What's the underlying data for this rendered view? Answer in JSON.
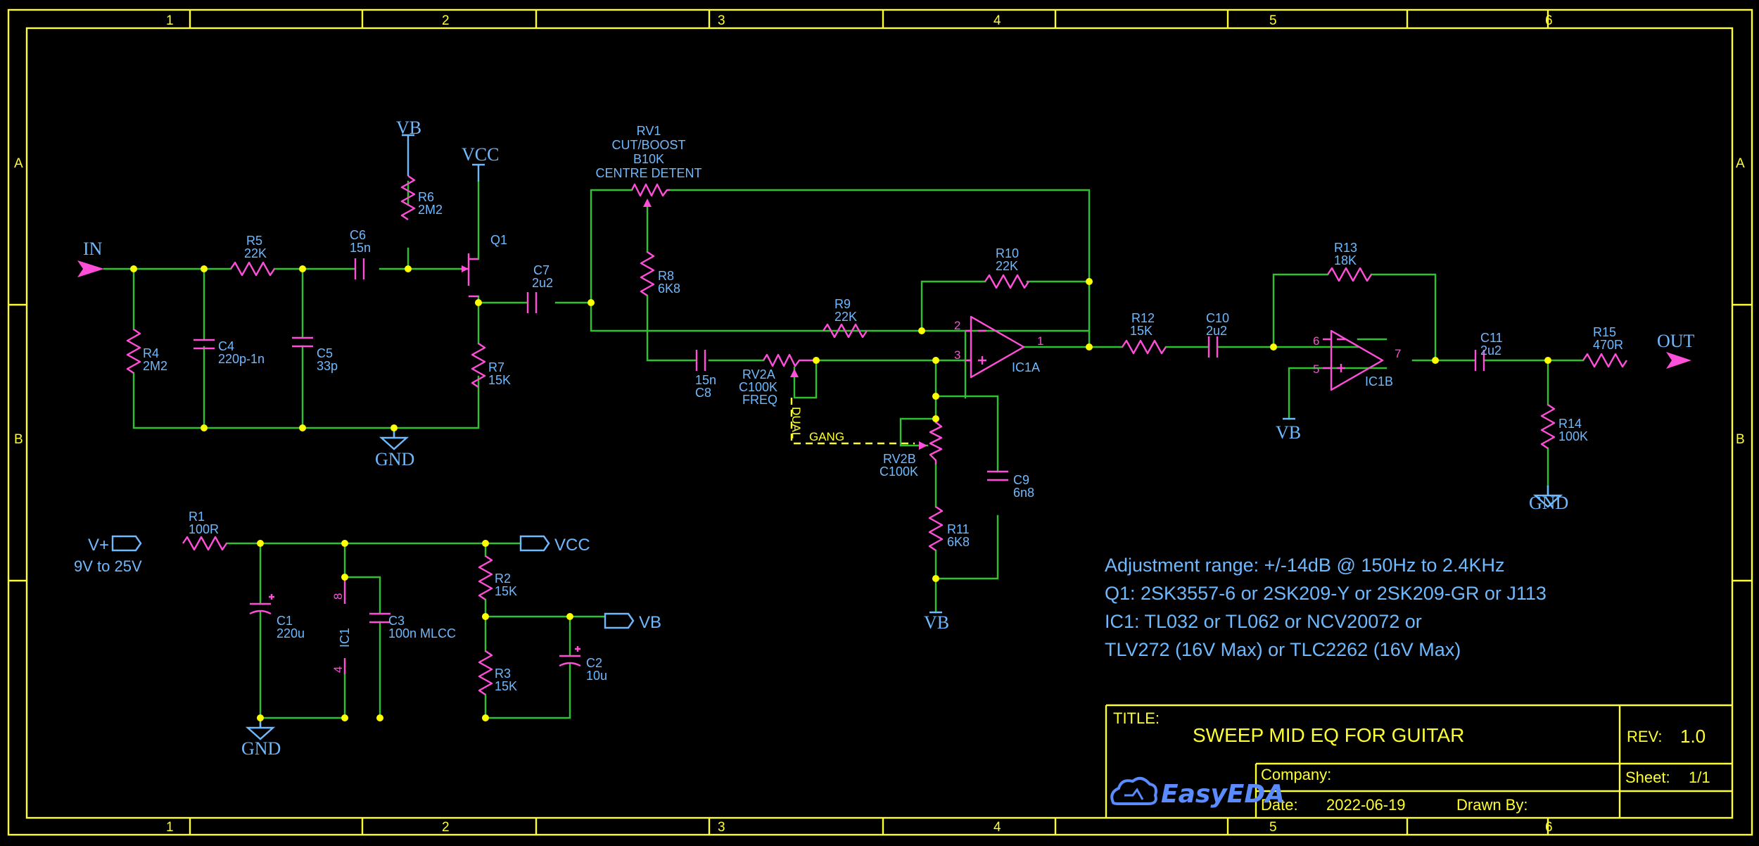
{
  "frame": {
    "col_labels": [
      "1",
      "2",
      "3",
      "4",
      "5",
      "6"
    ],
    "row_labels": [
      "A",
      "B"
    ]
  },
  "nets": {
    "in": "IN",
    "out": "OUT",
    "vcc": "VCC",
    "vb": "VB",
    "gnd": "GND",
    "vplus": "V+",
    "supply_range": "9V to 25V"
  },
  "parts": {
    "r1": {
      "ref": "R1",
      "val": "100R"
    },
    "r2": {
      "ref": "R2",
      "val": "15K"
    },
    "r3": {
      "ref": "R3",
      "val": "15K"
    },
    "r4": {
      "ref": "R4",
      "val": "2M2"
    },
    "r5": {
      "ref": "R5",
      "val": "22K"
    },
    "r6": {
      "ref": "R6",
      "val": "2M2"
    },
    "r7": {
      "ref": "R7",
      "val": "15K"
    },
    "r8": {
      "ref": "R8",
      "val": "6K8"
    },
    "r9": {
      "ref": "R9",
      "val": "22K"
    },
    "r10": {
      "ref": "R10",
      "val": "22K"
    },
    "r11": {
      "ref": "R11",
      "val": "6K8"
    },
    "r12": {
      "ref": "R12",
      "val": "15K"
    },
    "r13": {
      "ref": "R13",
      "val": "18K"
    },
    "r14": {
      "ref": "R14",
      "val": "100K"
    },
    "r15": {
      "ref": "R15",
      "val": "470R"
    },
    "c1": {
      "ref": "C1",
      "val": "220u"
    },
    "c2": {
      "ref": "C2",
      "val": "10u"
    },
    "c3": {
      "ref": "C3",
      "val": "100n MLCC"
    },
    "c4": {
      "ref": "C4",
      "val": "220p-1n"
    },
    "c5": {
      "ref": "C5",
      "val": "33p"
    },
    "c6": {
      "ref": "C6",
      "val": "15n"
    },
    "c7": {
      "ref": "C7",
      "val": "2u2"
    },
    "c8": {
      "ref": "C8",
      "val": "15n"
    },
    "c9": {
      "ref": "C9",
      "val": "6n8"
    },
    "c10": {
      "ref": "C10",
      "val": "2u2"
    },
    "c11": {
      "ref": "C11",
      "val": "2u2"
    },
    "q1": {
      "ref": "Q1"
    },
    "ic1a": {
      "ref": "IC1A"
    },
    "ic1b": {
      "ref": "IC1B"
    },
    "ic1": {
      "ref": "IC1"
    },
    "rv1": {
      "ref": "RV1",
      "func": "CUT/BOOST",
      "val": "B10K",
      "extra": "CENTRE DETENT"
    },
    "rv2a": {
      "ref": "RV2A",
      "val": "C100K",
      "func": "FREQ"
    },
    "rv2b": {
      "ref": "RV2B",
      "val": "C100K"
    },
    "dual": "DUAL",
    "gang": "GANG"
  },
  "pins": {
    "ic1a_inv": "2",
    "ic1a_non": "3",
    "ic1a_out": "1",
    "ic1b_inv": "6",
    "ic1b_non": "5",
    "ic1b_out": "7",
    "ic1_vplus": "8",
    "ic1_vminus": "4",
    "plus": "+",
    "minus": "−"
  },
  "notes": [
    "Adjustment range:  +/-14dB @ 150Hz to 2.4KHz",
    "Q1: 2SK3557-6 or 2SK209-Y or 2SK209-GR or J113",
    "IC1: TL032 or TL062 or NCV20072 or",
    "TLV272 (16V Max) or TLC2262 (16V Max)"
  ],
  "title_block": {
    "title_label": "TITLE:",
    "title": "SWEEP MID EQ FOR GUITAR",
    "rev_label": "REV:",
    "rev": "1.0",
    "company_label": "Company:",
    "sheet_label": "Sheet:",
    "sheet": "1/1",
    "date_label": "Date:",
    "date": "2022-06-19",
    "drawn_label": "Drawn By:",
    "logo": "EasyEDA"
  },
  "colors": {
    "background": "#000000",
    "wire": "#2fc22f",
    "component": "#ff4fd8",
    "label": "#6fb9ff",
    "frame": "#ffff2f",
    "junction": "#ffff00"
  }
}
